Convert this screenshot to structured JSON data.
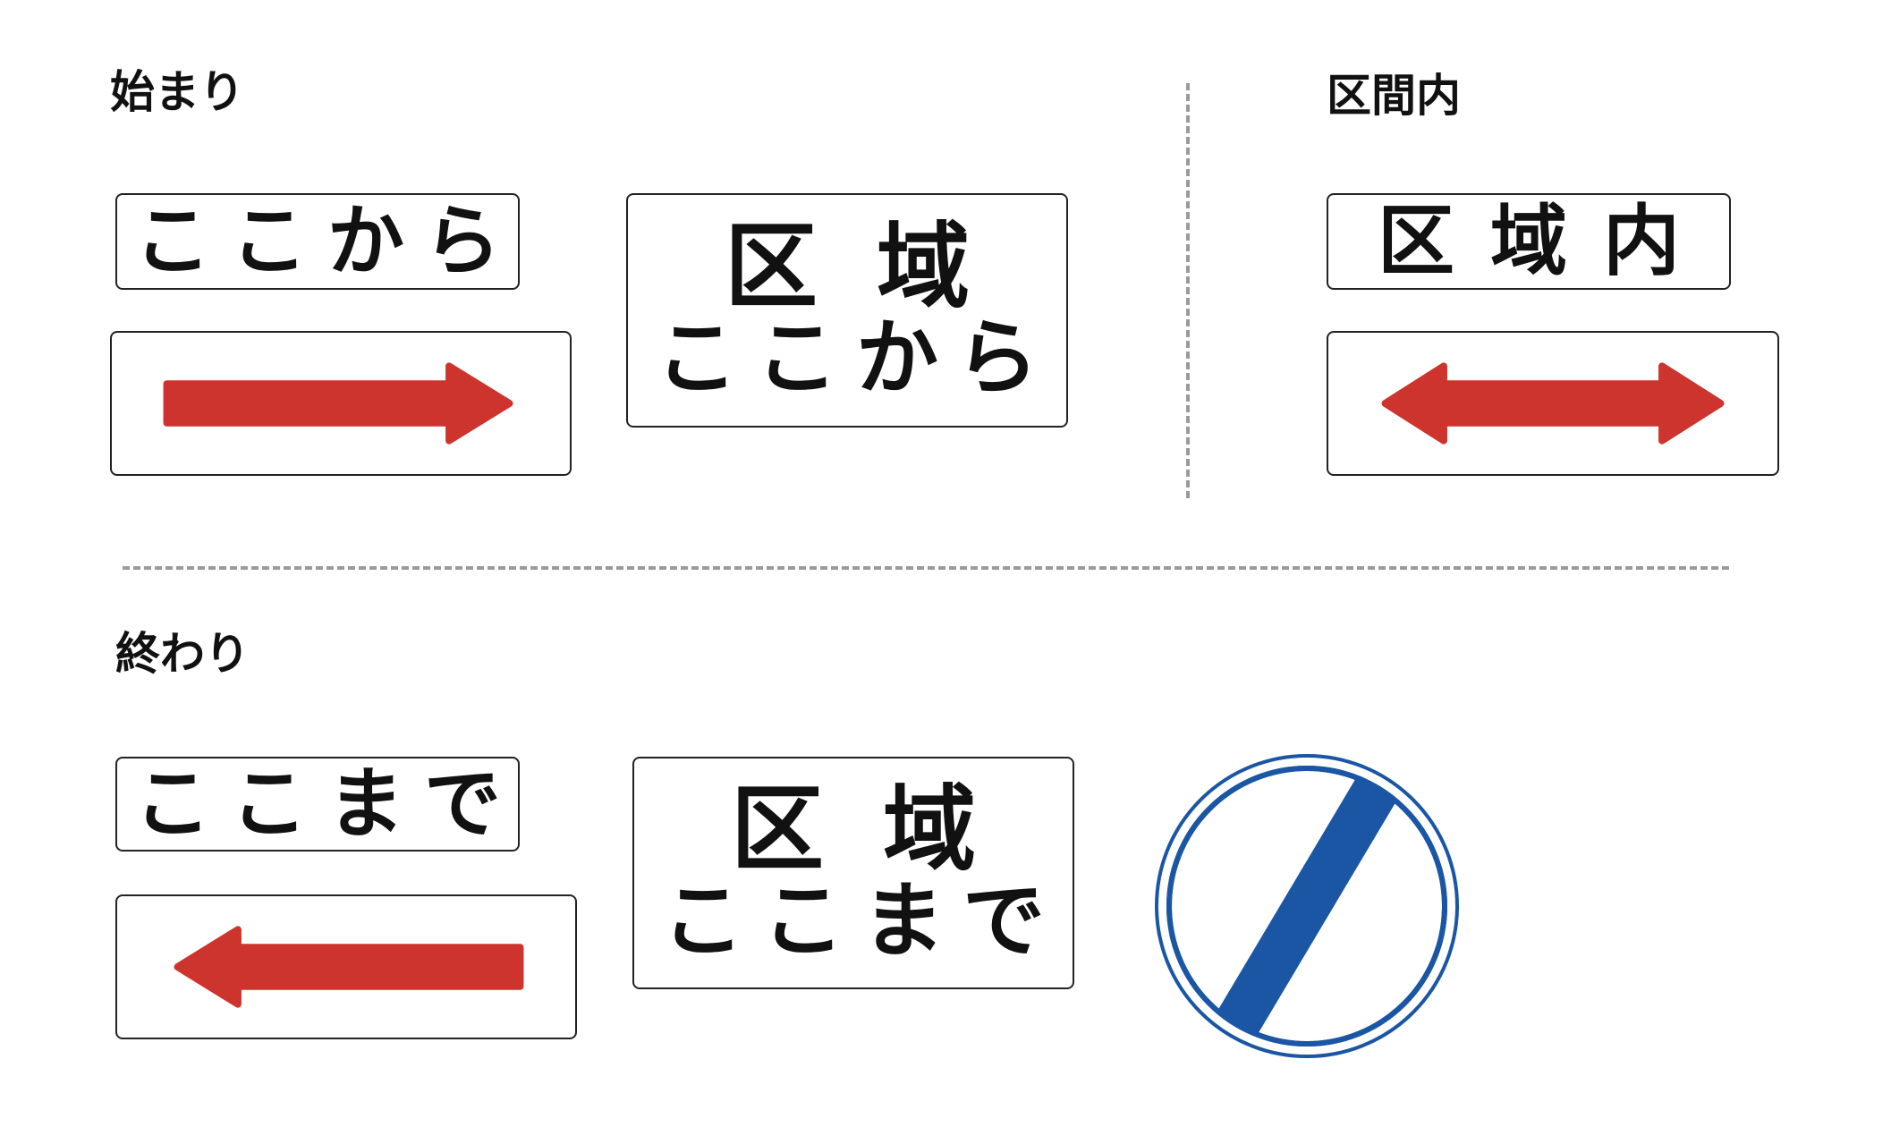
{
  "sections": {
    "start_heading": "始まり",
    "zone_heading": "区間内",
    "end_heading": "終わり"
  },
  "signs": {
    "start_text": "ここから",
    "start_area_line1": "区域",
    "start_area_line2": "ここから",
    "zone_text": "区域内",
    "end_text": "ここまで",
    "end_area_line1": "区域",
    "end_area_line2": "ここまで"
  },
  "arrows": {
    "start": "arrow-right-icon",
    "zone": "arrow-both-icon",
    "end": "arrow-left-icon"
  },
  "colors": {
    "arrow_red": "#cc342d",
    "end_sign_blue": "#1a56a4",
    "plate_border": "#222222",
    "divider": "#9a9a9a"
  }
}
